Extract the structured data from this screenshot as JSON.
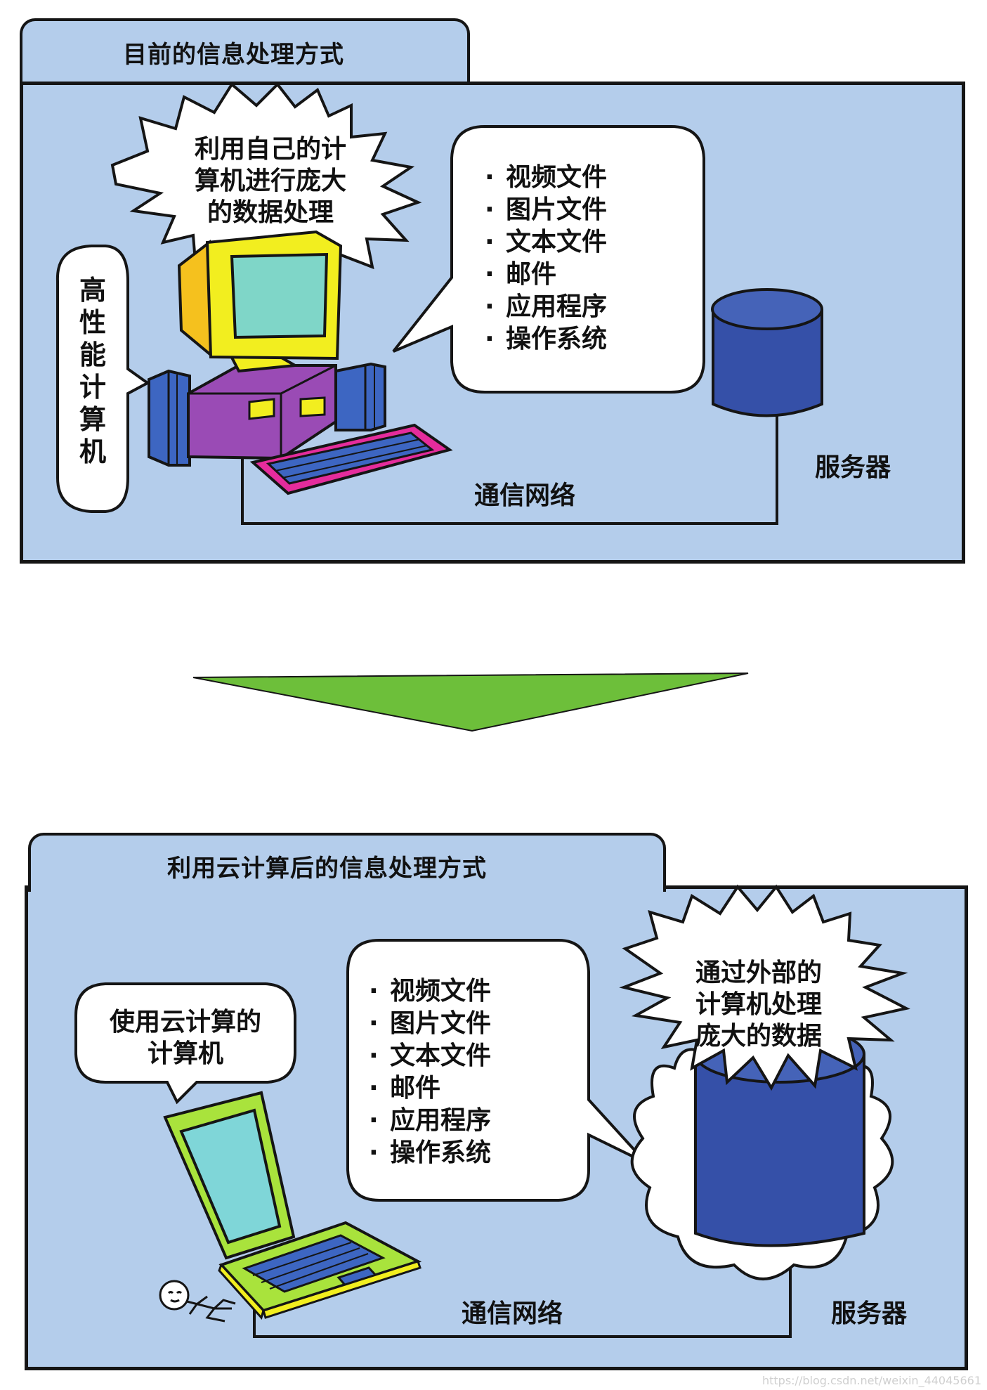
{
  "top_section": {
    "title": "目前的信息处理方式",
    "burst_text": [
      "利用自己的计",
      "算机进行庞大",
      "的数据处理"
    ],
    "side_label": [
      "高",
      "性",
      "能",
      "计",
      "算",
      "机"
    ],
    "file_list": [
      "视频文件",
      "图片文件",
      "文本文件",
      "邮件",
      "应用程序",
      "操作系统"
    ],
    "network_label": "通信网络",
    "server_label": "服务器"
  },
  "bottom_section": {
    "title": "利用云计算后的信息处理方式",
    "speech_text": [
      "使用云计算的",
      "计算机"
    ],
    "file_list": [
      "视频文件",
      "图片文件",
      "文本文件",
      "邮件",
      "应用程序",
      "操作系统"
    ],
    "burst_text": [
      "通过外部的",
      "计算机处理",
      "庞大的数据"
    ],
    "network_label": "通信网络",
    "server_label": "服务器"
  },
  "bullet": "·",
  "watermark": "https://blog.csdn.net/weixin_44045661",
  "colors": {
    "panel_bg": "#b4cdeb",
    "arrow": "#6dbf3a",
    "server": "#3550a8",
    "monitor_body": "#f2ee1f",
    "monitor_screen": "#7fd6c8",
    "cpu_case": "#9a4bb5",
    "keyboard": "#e52c9c",
    "speakers": "#3d66c2",
    "laptop_body": "#a9e33c",
    "laptop_screen": "#7fd6d8"
  }
}
